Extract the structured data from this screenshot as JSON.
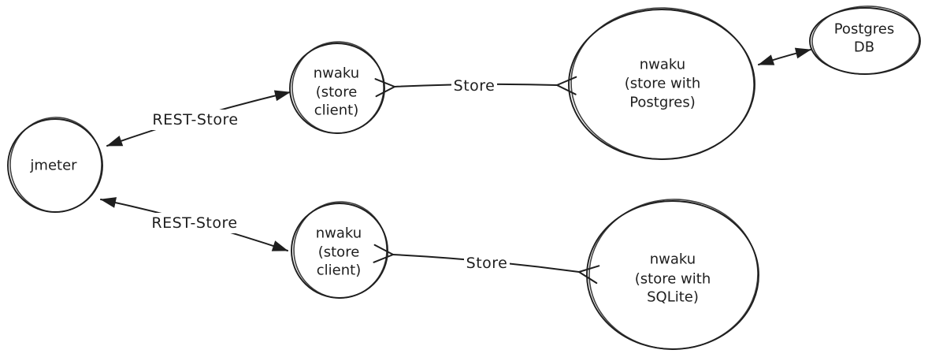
{
  "canvas": {
    "background_color": "#ffffff",
    "ink_color": "#1e1e1e"
  },
  "nodes": {
    "jmeter": {
      "lines": [
        "jmeter"
      ]
    },
    "store_client_top": {
      "lines": [
        "nwaku",
        "(store",
        "client)"
      ]
    },
    "store_with_postgres": {
      "lines": [
        "nwaku",
        "(store with",
        "Postgres)"
      ]
    },
    "postgres_db": {
      "lines": [
        "Postgres",
        "DB"
      ]
    },
    "store_client_bottom": {
      "lines": [
        "nwaku",
        "(store",
        "client)"
      ]
    },
    "store_with_sqlite": {
      "lines": [
        "nwaku",
        "(store with",
        "SQLite)"
      ]
    }
  },
  "edges": {
    "rest_store_top": {
      "label": "REST-Store",
      "arrowheads": "filled-both-ends"
    },
    "store_top": {
      "label": "Store",
      "arrowheads": "open-both-ends"
    },
    "postgres_db_link": {
      "arrowheads": "filled-both-ends"
    },
    "rest_store_bottom": {
      "label": "REST-Store",
      "arrowheads": "filled-both-ends"
    },
    "store_bottom": {
      "label": "Store",
      "arrowheads": "open-both-ends"
    }
  }
}
